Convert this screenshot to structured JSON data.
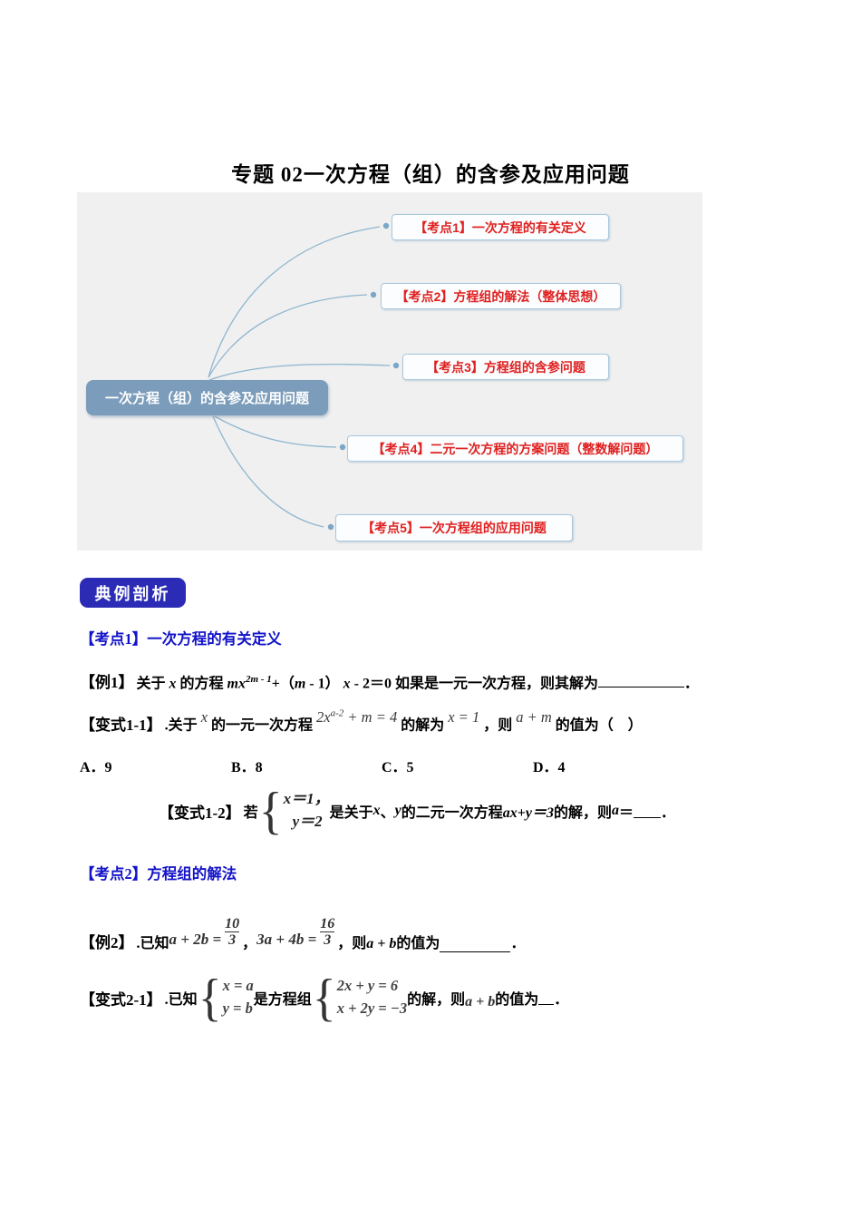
{
  "page_title": "专题 02一次方程（组）的含参及应用问题",
  "mindmap": {
    "root_label": "一次方程（组）的含参及应用问题",
    "nodes": [
      {
        "label": "【考点1】一次方程的有关定义"
      },
      {
        "label": "【考点2】方程组的解法（整体思想）"
      },
      {
        "label": "【考点3】方程组的含参问题"
      },
      {
        "label": "【考点4】二元一次方程的方案问题（整数解问题）"
      },
      {
        "label": "【考点5】一次方程组的应用问题"
      }
    ],
    "colors": {
      "canvas_bg": "#f0f0f0",
      "root_bg": "#7b9cba",
      "node_border": "#a9c8de",
      "node_text": "#e02020",
      "connector": "#8fb6cf"
    }
  },
  "badge": {
    "label": "典例剖析",
    "bg": "#2b2bb5"
  },
  "headings": {
    "k1": "【考点1】一次方程的有关定义",
    "k2": "【考点2】方程组的解法",
    "color": "#1313c9"
  },
  "ex1": {
    "label": "【例1】",
    "t1": "关于 ",
    "v1": "x",
    "t2": " 的方程 ",
    "m1": "mx",
    "sup": "2m - 1",
    "t3": "+（",
    "m2": "m",
    "t4": " - 1） ",
    "m3": "x",
    "t5": " - 2＝0 如果是一元一次方程，则其解为",
    "end": "．"
  },
  "b11": {
    "label": "【变式1-1】",
    "t1": ".关于 ",
    "f1": "x",
    "t2": " 的一元一次方程 ",
    "f2a": "2x",
    "f2sup": "a-2",
    "f2b": " + m = 4",
    "t3": " 的解为 ",
    "f3": "x = 1",
    "t4": " ，则 ",
    "f4": "a + m",
    "t5": " 的值为（　）"
  },
  "options": [
    {
      "label": "A．9"
    },
    {
      "label": "B．8"
    },
    {
      "label": "C．5"
    },
    {
      "label": "D．4"
    }
  ],
  "b12": {
    "label": "【变式1-2】",
    "t0": "若",
    "row1": "x＝1，",
    "row2": "y＝2",
    "t1": " 是关于 ",
    "v1": "x",
    "t2": "、",
    "v2": "y",
    "t3": " 的二元一次方程 ",
    "eq": "ax+y＝3",
    "t4": " 的解，则 ",
    "v3": "a",
    "t5": "＝",
    "end": "．"
  },
  "ex2": {
    "label": "【例2】",
    "t0": ".已知",
    "f1l": "a + 2b =",
    "f1num": "10",
    "f1den": "3",
    "comma1": "，",
    "f2l": "3a + 4b =",
    "f2num": "16",
    "f2den": "3",
    "t1": "，则",
    "f3": "a + b",
    "t2": "的值为",
    "end": "．"
  },
  "b21": {
    "label": "【变式2-1】",
    "t0": ".已知",
    "s1r1": "x = a",
    "s1r2": "y = b",
    "t1": "是方程组",
    "s2r1": "2x + y = 6",
    "s2r2": "x + 2y = −3",
    "t2": "的解，则",
    "f1": "a + b",
    "t3": "的值为",
    "end": "．"
  }
}
